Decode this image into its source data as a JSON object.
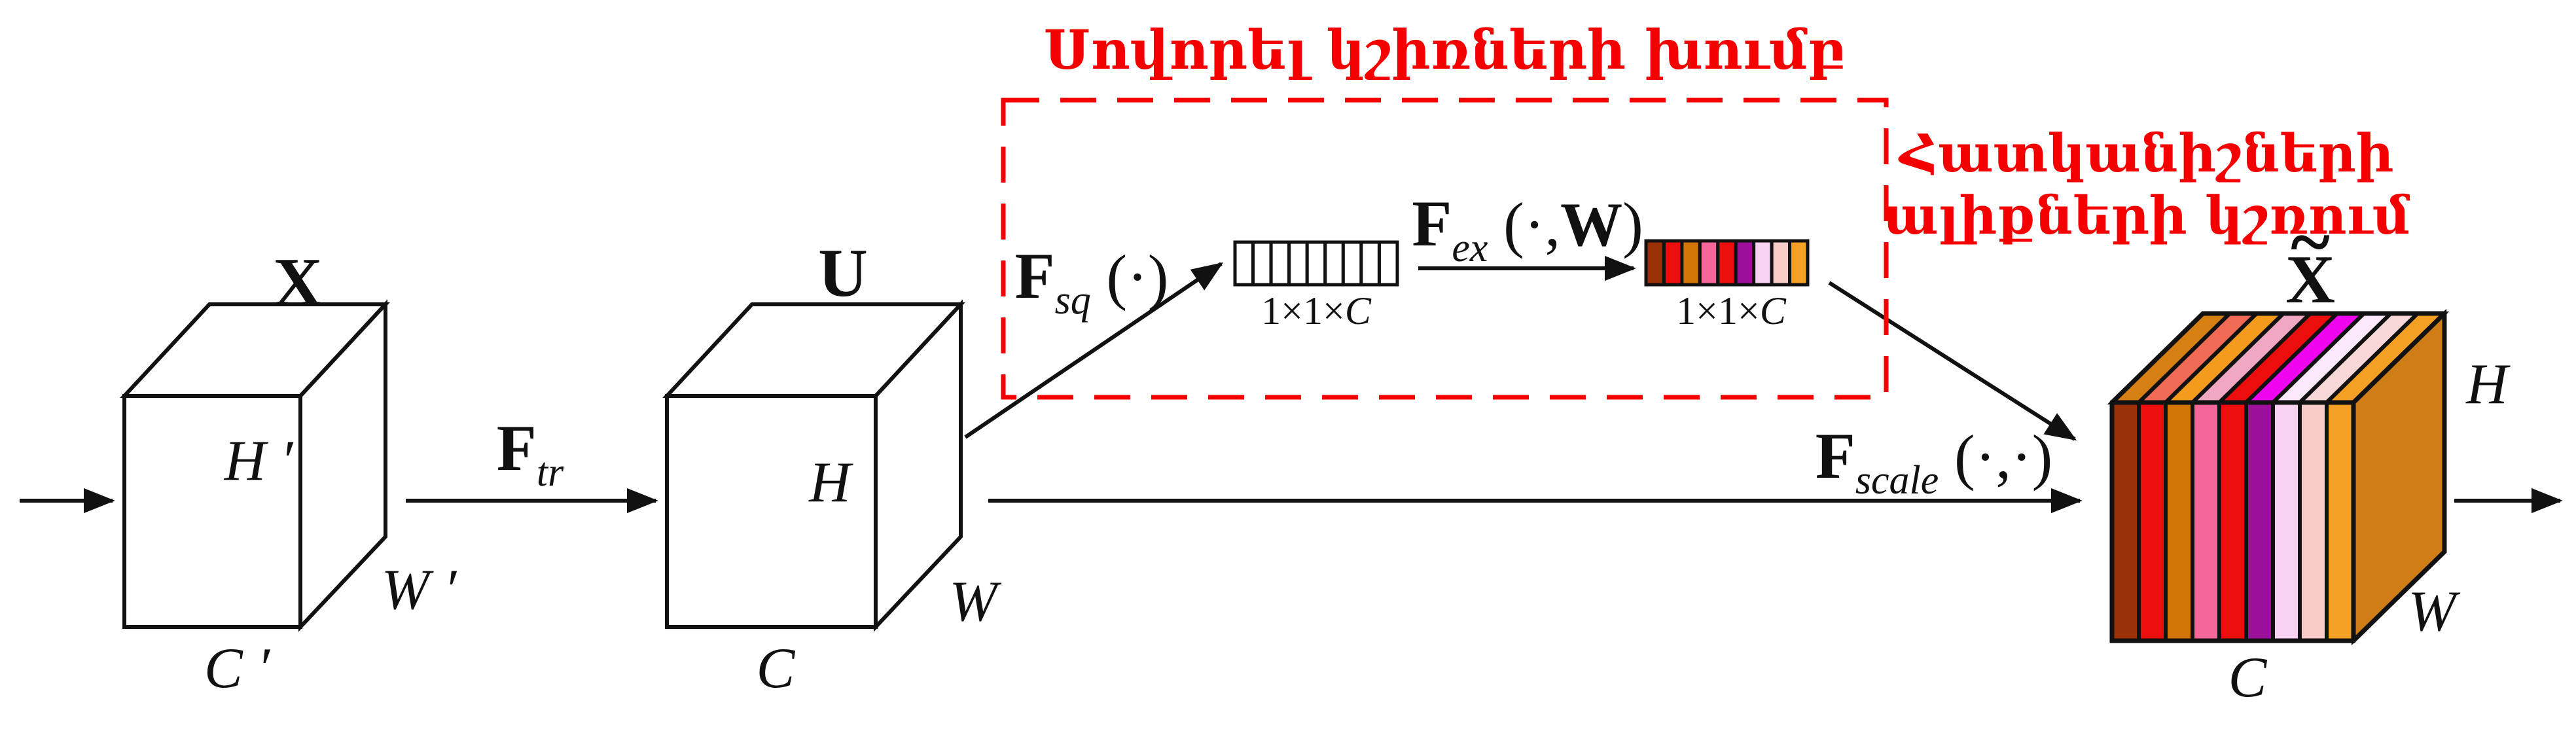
{
  "palette": {
    "red_accent": "#f40000",
    "ink": "#111111",
    "white": "#ffffff"
  },
  "captions": {
    "learn_weights": "Սովորել կշիռների խումբ",
    "channel_weighting_line1": "Հատկանիշների",
    "channel_weighting_line2": "ալիքների կշռում"
  },
  "tensors": {
    "input": {
      "name": "X",
      "height": "H ′",
      "width": "W ′",
      "channels": "C ′"
    },
    "transformed": {
      "name": "U",
      "height": "H",
      "width": "W",
      "channels": "C"
    },
    "output": {
      "name": "X",
      "tilde": "~",
      "height": "H",
      "width": "W",
      "channels": "C"
    }
  },
  "ops": {
    "f_tr": {
      "symbol": "F",
      "subscript": "tr"
    },
    "f_sq": {
      "symbol": "F",
      "subscript": "sq",
      "args": " (·)"
    },
    "f_ex": {
      "symbol": "F",
      "subscript": "ex",
      "args_pre": " (·,",
      "arg_weight": "W",
      "args_post": ")"
    },
    "f_scale": {
      "symbol": "F",
      "subscript": "scale",
      "args": " (·,·)"
    }
  },
  "vectors": {
    "squeezed": {
      "label_pre": "1×1×",
      "label_c": "C",
      "cell_count": 9,
      "cell_color": "#ffffff"
    },
    "excited": {
      "label_pre": "1×1×",
      "label_c": "C",
      "colors": [
        "#9c3108",
        "#ee0d0d",
        "#d47607",
        "#f4679b",
        "#ee0d0d",
        "#9a109a",
        "#f8d2f3",
        "#f6cbc8",
        "#f4a024"
      ]
    }
  },
  "output_cube": {
    "front_colors": [
      "#9c3108",
      "#ee0d0d",
      "#d47607",
      "#f4679b",
      "#ee0d0d",
      "#9a109a",
      "#f8d2f3",
      "#f6cbc8",
      "#f4a024"
    ],
    "top_colors": [
      "#d67f12",
      "#f06a55",
      "#f49a1c",
      "#efa7c2",
      "#ee0d0d",
      "#f003ef",
      "#fbe9fa",
      "#f8d8d6",
      "#f4a024"
    ],
    "side_color": "#cf7e17"
  }
}
